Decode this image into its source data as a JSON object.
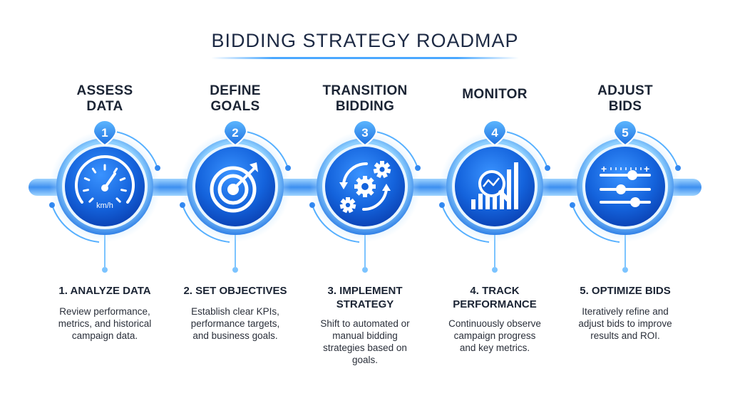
{
  "title": "BIDDING STRATEGY ROADMAP",
  "colors": {
    "accent": "#1f6fe0",
    "accent_light": "#5fb8ff",
    "accent_dark": "#0b3fb8",
    "text": "#1b2434"
  },
  "steps": [
    {
      "heading_lines": [
        "ASSESS",
        "DATA"
      ],
      "number": "1",
      "icon": "speedometer-icon",
      "icon_text": "km/h",
      "title_lines": [
        "1. ANALYZE DATA"
      ],
      "desc_lines": [
        "Review performance,",
        "metrics, and historical",
        "campaign data."
      ]
    },
    {
      "heading_lines": [
        "DEFINE",
        "GOALS"
      ],
      "number": "2",
      "icon": "target-icon",
      "title_lines": [
        "2. SET OBJECTIVES"
      ],
      "desc_lines": [
        "Establish clear KPIs,",
        "performance targets,",
        "and business goals."
      ]
    },
    {
      "heading_lines": [
        "TRANSITION",
        "BIDDING"
      ],
      "number": "3",
      "icon": "gears-cycle-icon",
      "title_lines": [
        "3. IMPLEMENT",
        "STRATEGY"
      ],
      "desc_lines": [
        "Shift to automated or",
        "manual bidding",
        "strategies based on",
        "goals."
      ]
    },
    {
      "heading_lines": [
        "MONITOR"
      ],
      "number": "4",
      "icon": "chart-magnifier-icon",
      "title_lines": [
        "4. TRACK",
        "PERFORMANCE"
      ],
      "desc_lines": [
        "Continuously observe",
        "campaign progress",
        "and key metrics."
      ]
    },
    {
      "heading_lines": [
        "ADJUST",
        "BIDS"
      ],
      "number": "5",
      "icon": "sliders-icon",
      "title_lines": [
        "5. OPTIMIZE BIDS"
      ],
      "desc_lines": [
        "Iteratively refine and",
        "adjust bids to improve",
        "results and ROI."
      ]
    }
  ]
}
